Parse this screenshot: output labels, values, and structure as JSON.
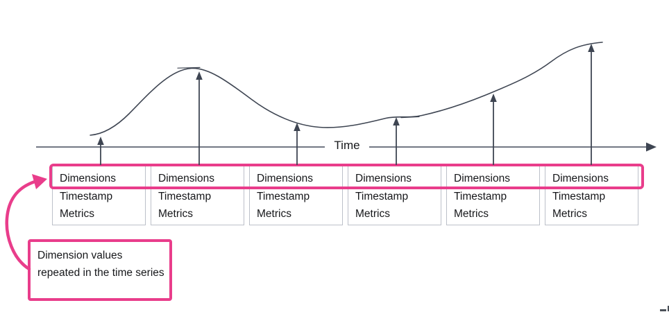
{
  "diagram": {
    "axis_label": "Time",
    "records": [
      {
        "dimensions": "Dimensions",
        "timestamp": "Timestamp",
        "metrics": "Metrics"
      },
      {
        "dimensions": "Dimensions",
        "timestamp": "Timestamp",
        "metrics": "Metrics"
      },
      {
        "dimensions": "Dimensions",
        "timestamp": "Timestamp",
        "metrics": "Metrics"
      },
      {
        "dimensions": "Dimensions",
        "timestamp": "Timestamp",
        "metrics": "Metrics"
      },
      {
        "dimensions": "Dimensions",
        "timestamp": "Timestamp",
        "metrics": "Metrics"
      },
      {
        "dimensions": "Dimensions",
        "timestamp": "Timestamp",
        "metrics": "Metrics"
      }
    ],
    "annotation": {
      "text": "Dimension values repeated in the time series"
    },
    "colors": {
      "accent_pink": "#E93D8B",
      "curve_ink": "#3E4552",
      "axis_gray": "#5E6572",
      "box_border": "#BCC0C9",
      "text": "#16171A"
    }
  }
}
